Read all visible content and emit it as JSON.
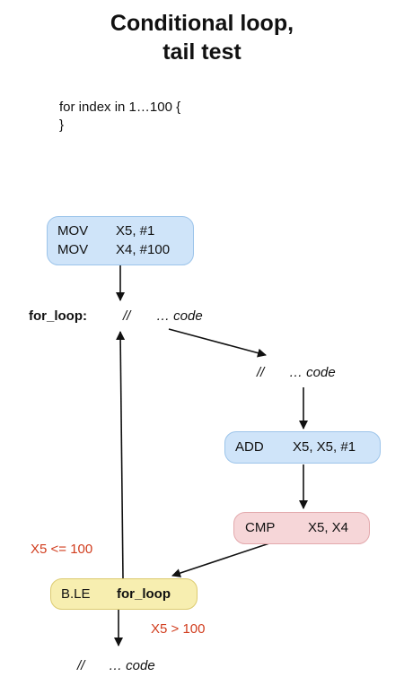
{
  "title": {
    "line1": "Conditional loop,",
    "line2": "tail test"
  },
  "source_code": {
    "line1": "for index in 1…100 {",
    "line2": "}"
  },
  "blocks": {
    "init": {
      "rows": [
        {
          "op": "MOV",
          "args": "X5, #1"
        },
        {
          "op": "MOV",
          "args": "X4, #100"
        }
      ]
    },
    "label": "for_loop:",
    "comment1": {
      "slashes": "//",
      "text": "… code"
    },
    "comment2": {
      "slashes": "//",
      "text": "… code"
    },
    "add": {
      "op": "ADD",
      "args": "X5, X5, #1"
    },
    "cmp": {
      "op": "CMP",
      "args": "X5, X4"
    },
    "branch": {
      "op": "B.LE",
      "target": "for_loop"
    },
    "comment3": {
      "slashes": "//",
      "text": "… code"
    }
  },
  "conditions": {
    "true_branch": "X5 <= 100",
    "false_branch": "X5 > 100"
  },
  "colors": {
    "init_box": "#cfe4f9",
    "add_box": "#cfe4f9",
    "cmp_box": "#f6d6d8",
    "branch_box": "#f7eeb0",
    "condition_text": "#d13d1e"
  }
}
